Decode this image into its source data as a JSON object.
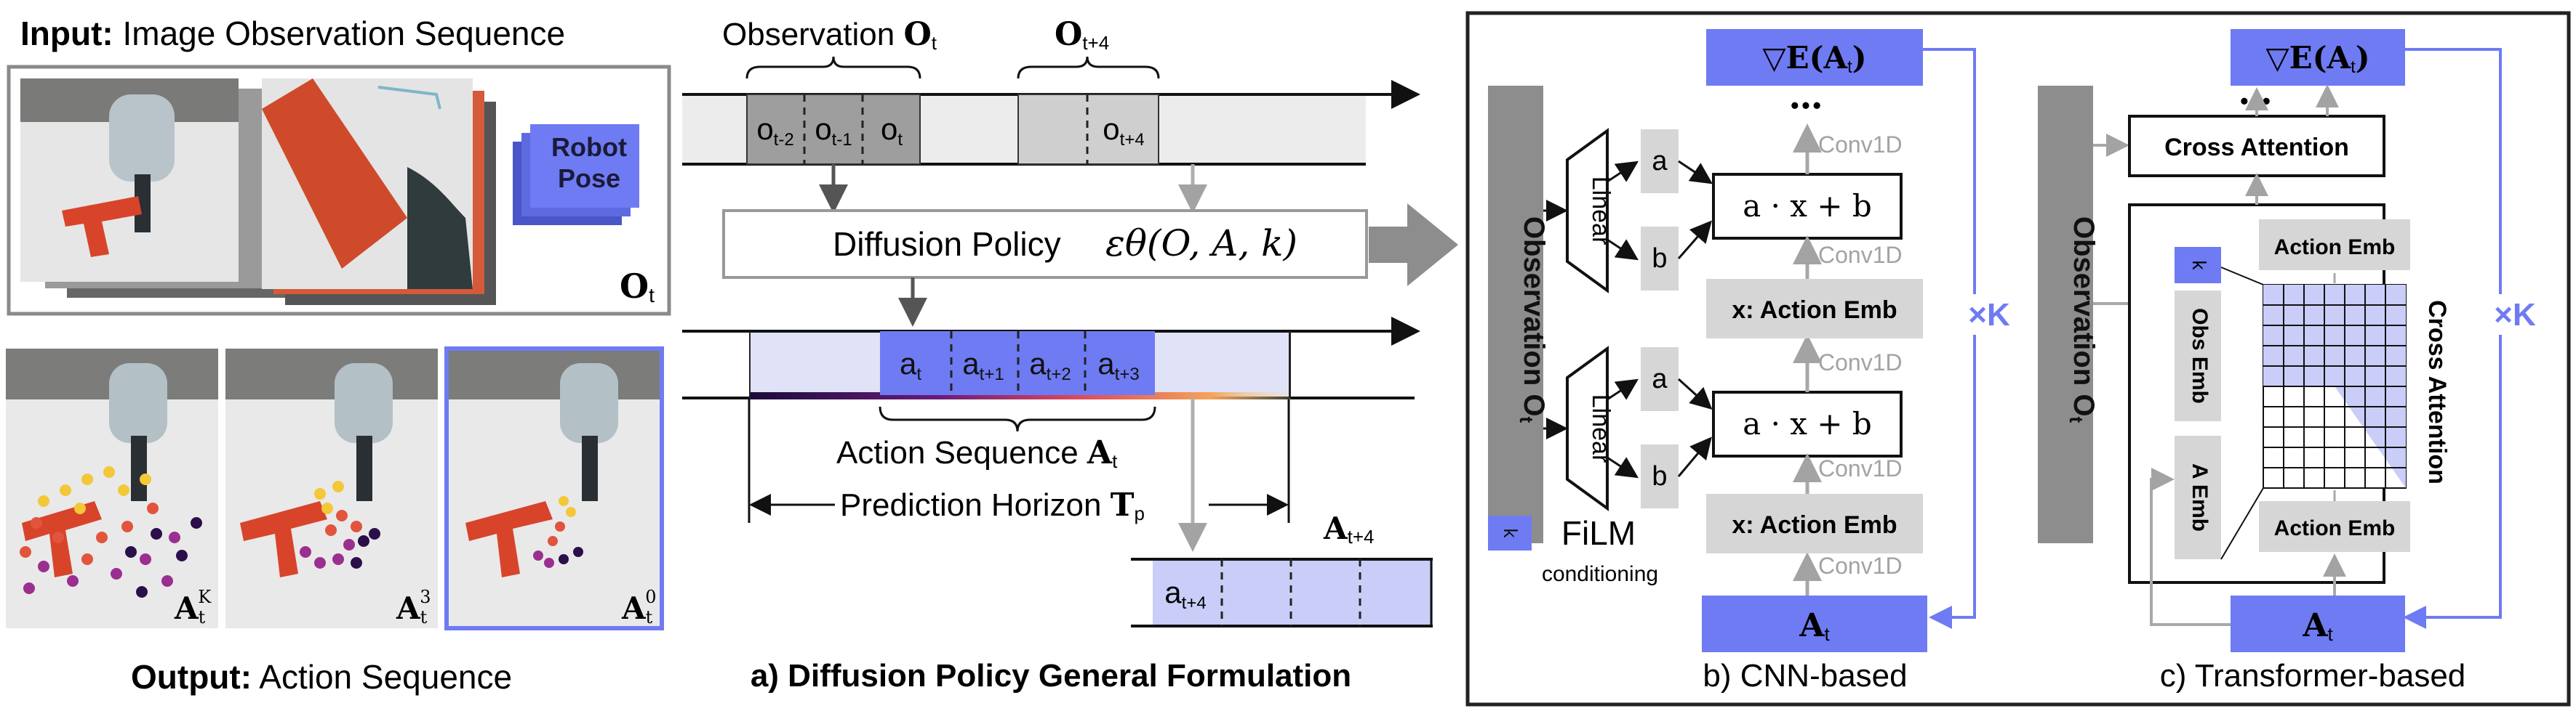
{
  "left": {
    "input_bold": "Input:",
    "input_text": " Image Observation Sequence",
    "robot_pose": [
      "Robot",
      "Pose"
    ],
    "obs_label": "O",
    "obs_sub": "t",
    "output_bold": "Output:",
    "output_text": "  Action Sequence",
    "frames": [
      {
        "base": "A",
        "sub": "t",
        "sup": "K"
      },
      {
        "base": "A",
        "sub": "t",
        "sup": "3"
      },
      {
        "base": "A",
        "sub": "t",
        "sup": "0"
      }
    ]
  },
  "panel_a": {
    "obs_caption": "Observation ",
    "obs_sym": "O",
    "obs_sub": "t",
    "obs_next_sym": "O",
    "obs_next_sub": "t+4",
    "obs_cells": [
      {
        "b": "o",
        "s": "t-2"
      },
      {
        "b": "o",
        "s": "t-1"
      },
      {
        "b": "o",
        "s": "t"
      }
    ],
    "obs_next_cell": {
      "b": "o",
      "s": "t+4"
    },
    "policy_text": "Diffusion Policy",
    "policy_formula": "εθ(O, A, k)",
    "act_cells": [
      {
        "b": "a",
        "s": "t"
      },
      {
        "b": "a",
        "s": "t+1"
      },
      {
        "b": "a",
        "s": "t+2"
      },
      {
        "b": "a",
        "s": "t+3"
      }
    ],
    "action_seq": "Action Sequence ",
    "action_sym": "A",
    "action_sub": "t",
    "horizon": "Prediction Horizon ",
    "horizon_sym": "T",
    "horizon_sub": "p",
    "next_action_sym": "A",
    "next_action_sub": "t+4",
    "next_cell": {
      "b": "a",
      "s": "t+4"
    },
    "caption": "a) Diffusion Policy General Formulation"
  },
  "panel_b": {
    "grad_text": "▽E(A",
    "grad_sub": "t",
    "grad_close": ")",
    "dots": "•••",
    "observation": "Observation O",
    "observation_sub": "t",
    "linear": "Linear",
    "a": "a",
    "b": "b",
    "film_formula": "a · x + b",
    "conv1d": "Conv1D",
    "action_emb": "x: Action Emb",
    "k": "k",
    "film": "FiLM",
    "conditioning": "conditioning",
    "times_k": "×K",
    "input_sym": "A",
    "input_sub": "t",
    "caption": "b) CNN-based"
  },
  "panel_c": {
    "grad_text": "▽E(A",
    "grad_sub": "t",
    "grad_close": ")",
    "dots": "•••",
    "cross_attention": "Cross Attention",
    "observation": "Observation O",
    "observation_sub": "t",
    "k": "k",
    "obs_emb": "Obs Emb",
    "a_emb": "A Emb",
    "action_emb": "Action Emb",
    "cross_attention_vertical": "Cross Attention",
    "times_k": "×K",
    "input_sym": "A",
    "input_sub": "t",
    "caption": "c) Transformer-based"
  },
  "colors": {
    "blue": "#6f7bf2",
    "light_blue": "#c9cdf8",
    "pale_blue": "#e0e2f7",
    "gray_box": "#d6d6d6",
    "dark_gray": "#8d8d8d",
    "arrow_gray": "#a8a8a8"
  }
}
